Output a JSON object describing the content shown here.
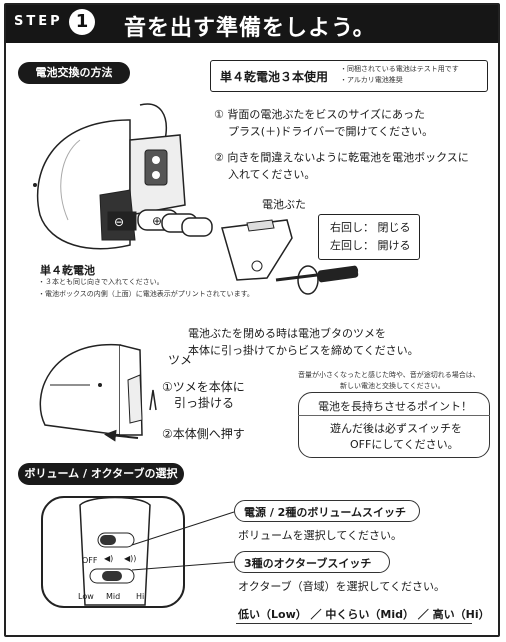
{
  "header": {
    "step_word": "STEP",
    "step_number": "1",
    "title": "音を出す準備をしよう。"
  },
  "battery_section": {
    "label": "電池交換の方法",
    "battery_type": "単４乾電池３本使用",
    "notes": [
      "・同梱されている電池はテスト用です",
      "・アルカリ電池推奨"
    ],
    "step1": [
      "① 背面の電池ぶたをビスのサイズにあった",
      "プラス(＋)ドライバーで開けてください。"
    ],
    "step2": [
      "② 向きを間違えないように乾電池を電池ボックスに",
      "入れてください。"
    ],
    "lid_label": "電池ぶた",
    "battery_label": "単４乾電池",
    "battery_notes": [
      "・３本とも同じ向きで入れてください。",
      "・電池ボックスの内側（上面）に電池表示がプリントされています。"
    ],
    "rotation": {
      "right": "右回し： 閉じる",
      "left": "左回し： 開ける"
    },
    "close_instruction": [
      "電池ぶたを閉める時は電池ブタのツメを",
      "本体に引っ掛けてからビスを締めてください。"
    ],
    "tsume_label": "ツメ",
    "hook_step": [
      "①ツメを本体に",
      "引っ掛ける"
    ],
    "push_step": "②本体側へ押す",
    "low_volume_note": [
      "音量が小さくなったと感じた時や、音が途切れる場合は、",
      "新しい電池と交換してください。"
    ],
    "tip_title": "電池を長持ちさせるポイント！",
    "tip_body": [
      "遊んだ後は必ずスイッチを",
      "OFFにしてください。"
    ]
  },
  "volume_section": {
    "label": "ボリューム / オクターブの選択",
    "power_switch_title": "電源 / 2種のボリュームスイッチ",
    "power_switch_desc": "ボリュームを選択してください。",
    "octave_switch_title": "3種のオクターブスイッチ",
    "octave_switch_desc": "オクターブ（音域）を選択してください。",
    "power_labels": [
      "OFF",
      "◀)",
      "◀))"
    ],
    "octave_labels": [
      "Low",
      "Mid",
      "Hi"
    ],
    "octave_summary": "低い（Low） ／ 中くらい（Mid） ／ 高い（Hi）"
  }
}
